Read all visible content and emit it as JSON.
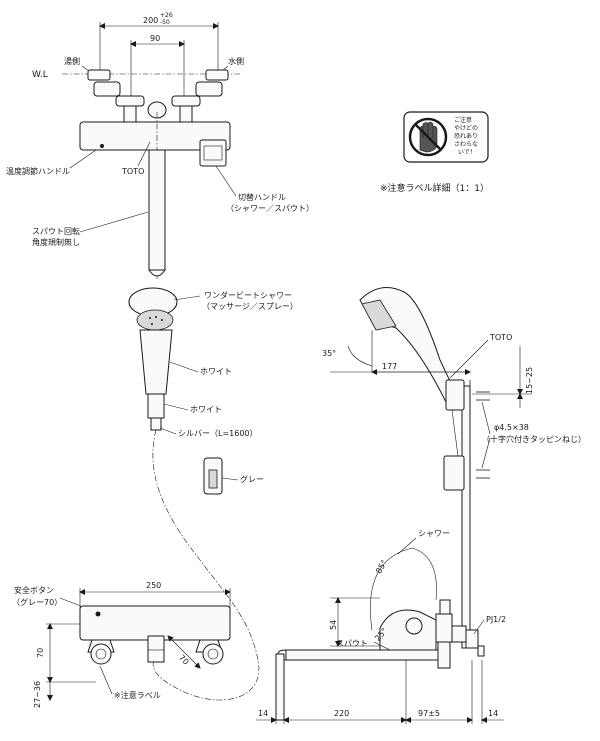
{
  "top_view": {
    "dim_top": "200",
    "dim_top_tol_plus": "+26",
    "dim_top_tol_minus": "-50",
    "dim_90": "90",
    "wl": "W.L",
    "hot_side": "湯側",
    "cold_side": "水側",
    "temp_handle": "温度調節ハンドル",
    "toto": "TOTO",
    "switch_handle": "切替ハンドル",
    "switch_handle_sub": "（シャワー／スパウト）",
    "spout_rotation_1": "スパウト回転",
    "spout_rotation_2": "角度規制無し"
  },
  "caution_label": {
    "text_1": "ご注意",
    "text_2": "やけどの",
    "text_3": "恐れあり",
    "text_4": "さわらな",
    "text_5": "いで！",
    "caption": "※注意ラベル詳細（1：1）"
  },
  "shower": {
    "head_name": "ワンダービートシャワー",
    "head_sub": "（マッサージ／スプレー）",
    "white_1": "ホワイト",
    "white_2": "ホワイト",
    "hose": "シルバー（L=1600）",
    "gray": "グレー"
  },
  "front_view": {
    "safety_button": "安全ボタン",
    "safety_button_sub": "（グレー70）",
    "dim_250": "250",
    "dim_70_left": "70",
    "dim_70_diag": "70",
    "dim_27": "27~36",
    "caution_label_ref": "※注意ラベル"
  },
  "side_view": {
    "angle_35": "35°",
    "dim_177": "177",
    "toto": "TOTO",
    "dim_15_25": "15~25",
    "screw": "φ4.5×38",
    "screw_sub": "（十字穴付きタッピンねじ）",
    "shower_label": "シャワー",
    "angle_85": "85°",
    "angle_25": "25°",
    "dim_54": "54",
    "spout_label": "スパウト",
    "pj": "PJ1/2",
    "dim_14_left": "14",
    "dim_220": "220",
    "dim_97": "97±5",
    "dim_14_right": "14"
  }
}
